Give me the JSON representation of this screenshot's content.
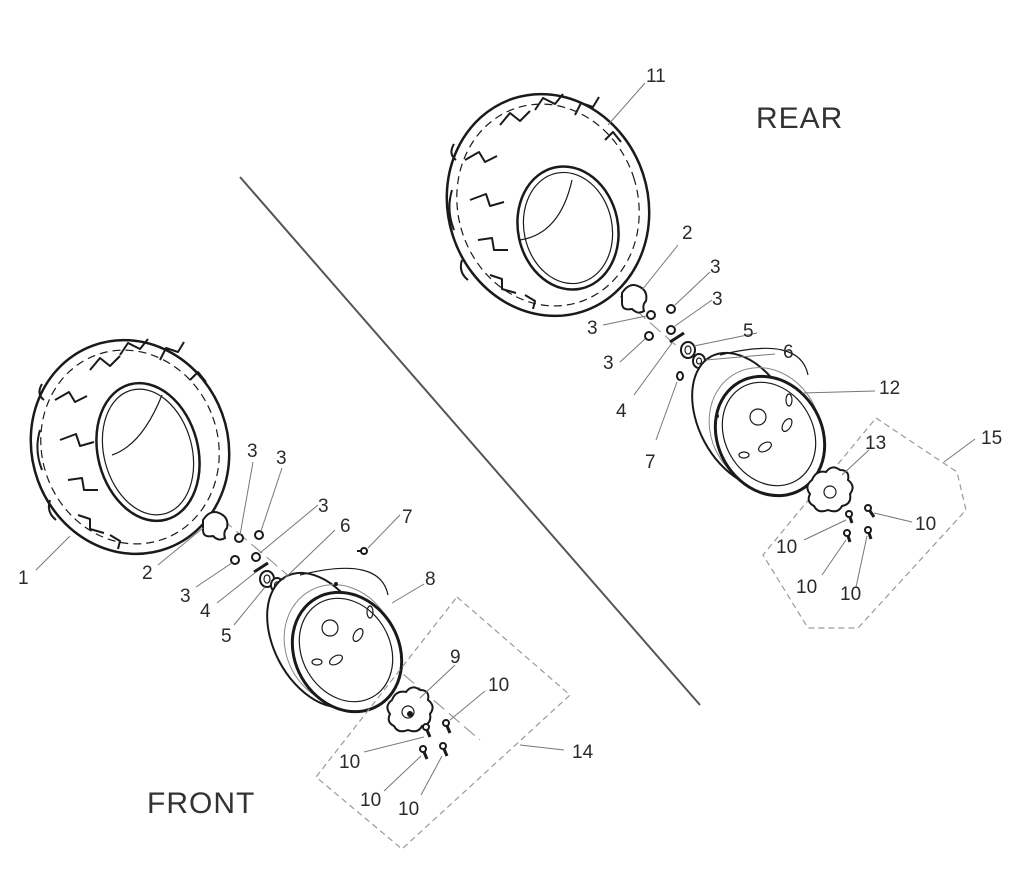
{
  "diagram": {
    "type": "exploded-parts-diagram",
    "subject": "ATV wheel assemblies",
    "sections": {
      "front": {
        "title": "FRONT"
      },
      "rear": {
        "title": "REAR"
      }
    },
    "front_callouts": {
      "tire": "1",
      "valve_cap": "2",
      "nut_a": "3",
      "nut_b": "3",
      "nut_c": "3",
      "nut_d": "3",
      "cotter_pin": "4",
      "castle_nut": "5",
      "washer": "6",
      "valve": "7",
      "rim": "8",
      "hub": "9",
      "bolt_a": "10",
      "bolt_b": "10",
      "bolt_c": "10",
      "bolt_d": "10",
      "hub_kit": "14"
    },
    "rear_callouts": {
      "tire": "11",
      "valve_cap": "2",
      "nut_a": "3",
      "nut_b": "3",
      "nut_c": "3",
      "nut_d": "3",
      "cotter_pin": "4",
      "castle_nut": "5",
      "washer": "6",
      "valve": "7",
      "rim": "12",
      "hub": "13",
      "bolt_a": "10",
      "bolt_b": "10",
      "bolt_c": "10",
      "bolt_d": "10",
      "hub_kit": "15"
    },
    "colors": {
      "line": "#1a1a1a",
      "leader": "#777777",
      "background": "#ffffff"
    }
  }
}
